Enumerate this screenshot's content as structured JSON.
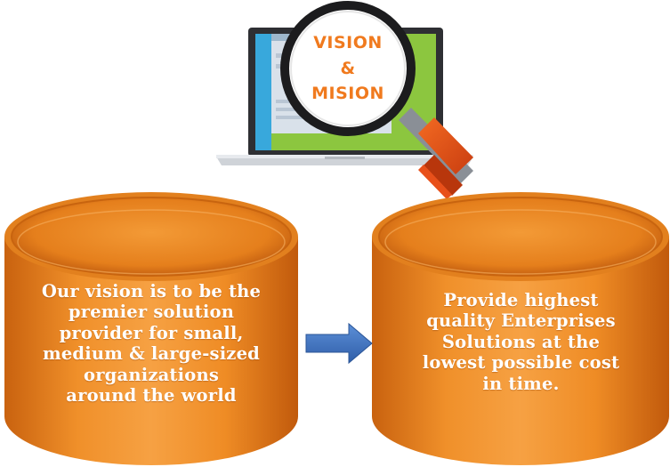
{
  "badge": {
    "line1": "VISION",
    "line2": "&",
    "line3": "MISION"
  },
  "left_cylinder": {
    "lines": [
      "Our vision is to be the",
      "premier solution",
      "provider for  small,",
      "medium & large-sized",
      "organizations",
      "around the world"
    ]
  },
  "right_cylinder": {
    "lines": [
      "Provide highest",
      "quality Enterprises",
      "Solutions  at the",
      "lowest possible cost",
      "in time."
    ]
  },
  "colors": {
    "cylinder_orange": "#f0902a",
    "cylinder_dark": "#c55a0e",
    "arrow_blue": "#3f74c4",
    "lens_text": "#f07a1e",
    "handle_orange": "#e8501a"
  }
}
